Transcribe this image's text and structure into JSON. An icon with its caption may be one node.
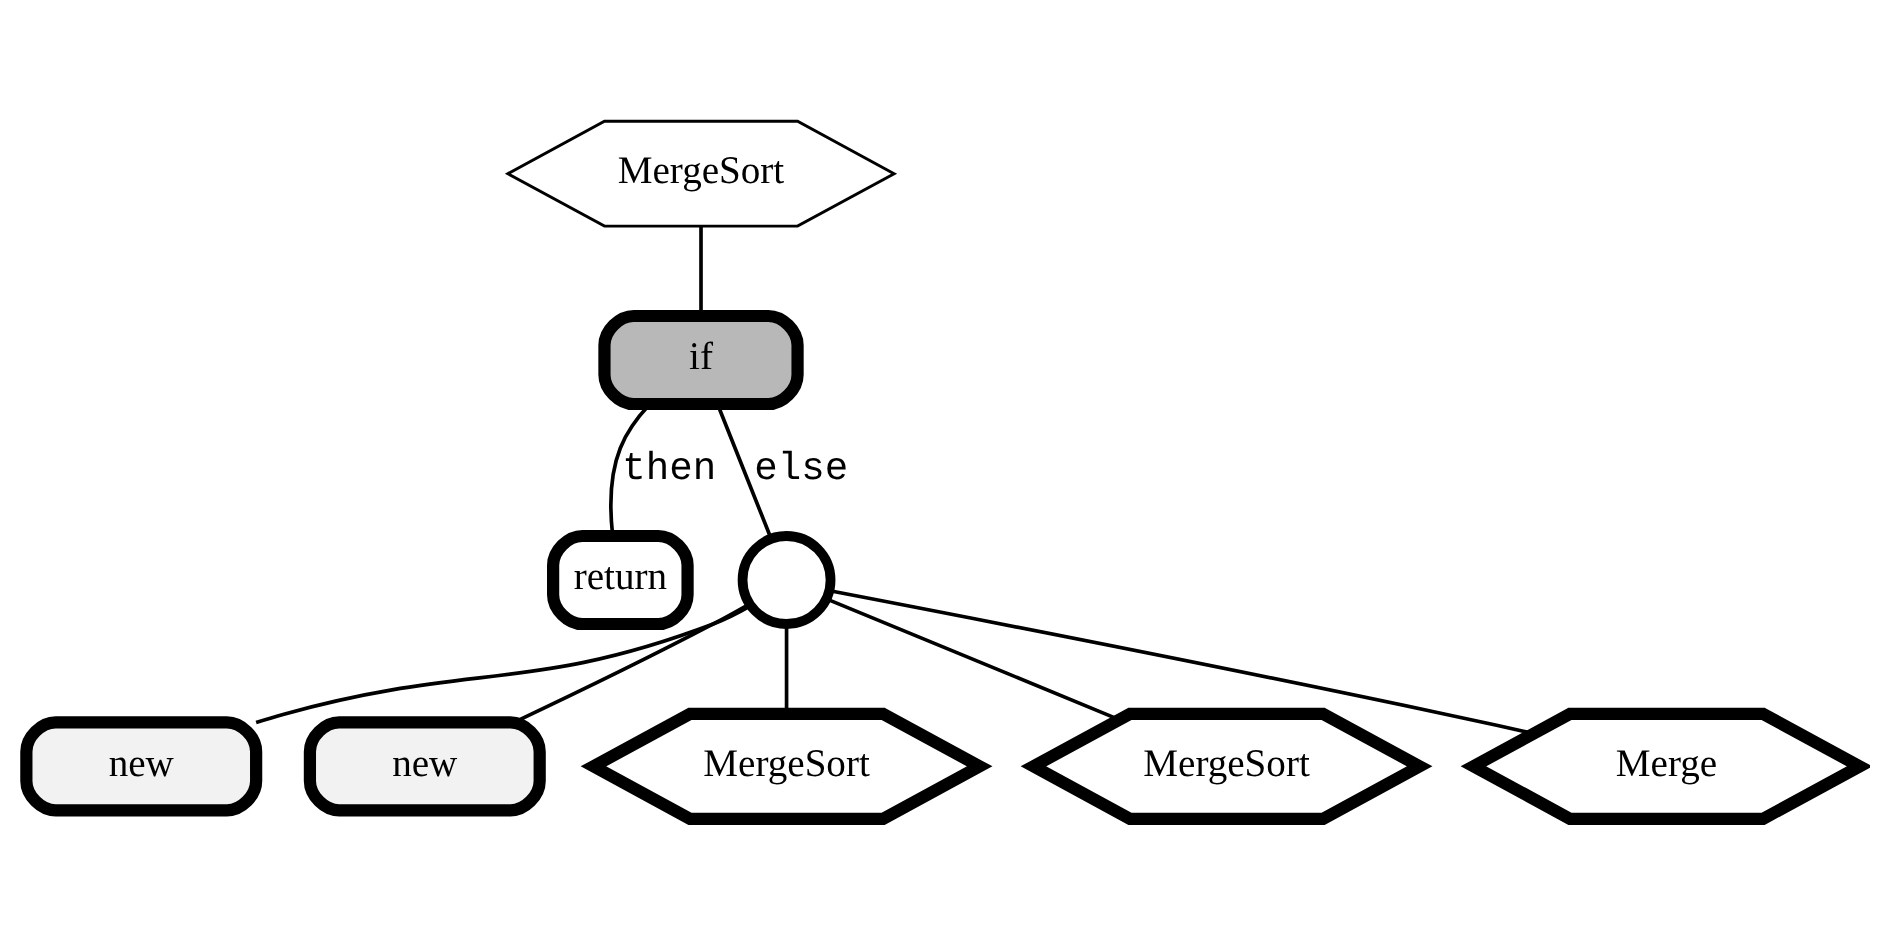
{
  "diagram": {
    "nodes": [
      {
        "text": [
          "MergeSort"
        ]
      },
      {
        "text": [
          "if"
        ]
      },
      {
        "text": [
          "return"
        ]
      },
      {
        "text": [],
        "shape": "circle"
      },
      {
        "text": [
          "new"
        ]
      },
      {
        "text": [
          "new"
        ]
      },
      {
        "text": [
          "MergeSort"
        ]
      },
      {
        "text": [
          "MergeSort"
        ]
      },
      {
        "text": [
          "Merge"
        ]
      }
    ],
    "edges": [
      {
        "from": 0,
        "to": 1,
        "arrow": "none"
      },
      {
        "from": 1,
        "to": 2,
        "arrow": "none",
        "label": "then"
      },
      {
        "from": 1,
        "to": 3,
        "arrow": "none",
        "label": "else"
      },
      {
        "from": 3,
        "to": 4,
        "arrow": "none"
      },
      {
        "from": 3,
        "to": 5,
        "arrow": "none"
      },
      {
        "from": 3,
        "to": 6,
        "arrow": "none"
      },
      {
        "from": 3,
        "to": 7,
        "arrow": "none"
      },
      {
        "from": 3,
        "to": 8,
        "arrow": "none"
      }
    ]
  }
}
